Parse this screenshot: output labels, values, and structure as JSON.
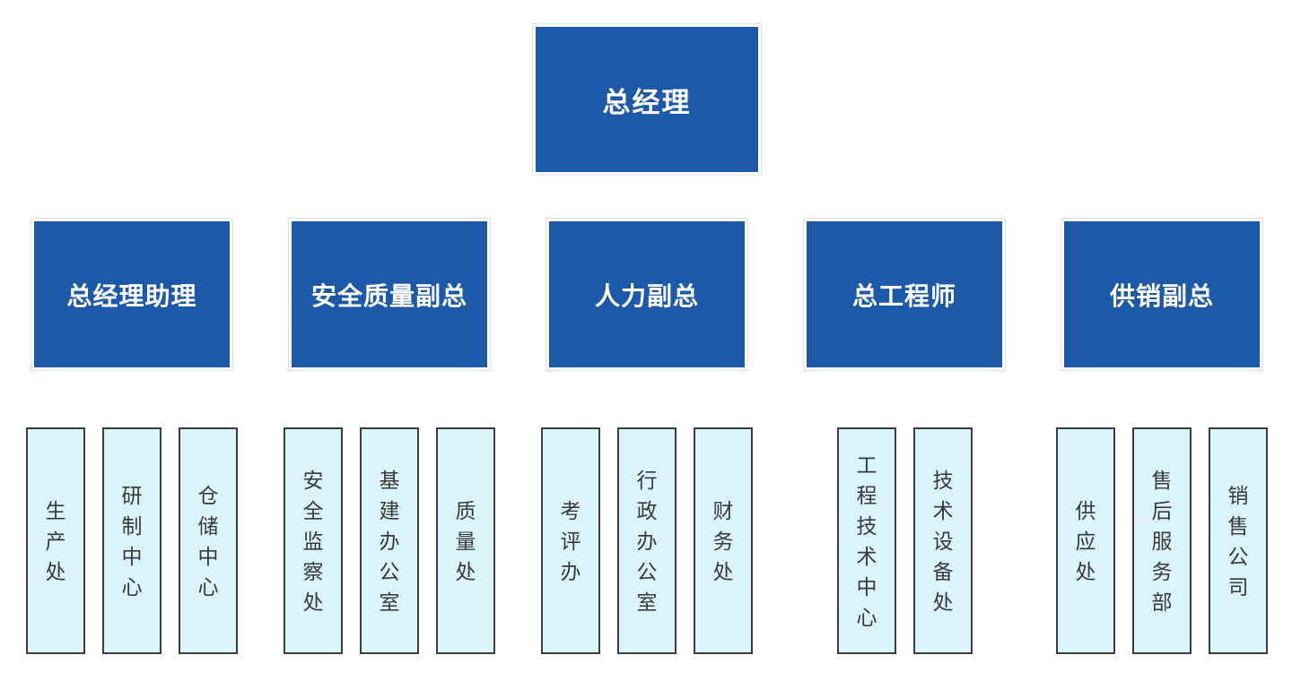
{
  "colors": {
    "node_fill": "#1c59a9",
    "node_text": "#ffffff",
    "node_halo": "#e2e2e2",
    "dept_fill": "#d9f4fb",
    "dept_border": "#3c3c3c",
    "dept_text": "#3a3a3a",
    "background": "#ffffff"
  },
  "org_chart": {
    "root": {
      "label": "总经理"
    },
    "branches": [
      {
        "label": "总经理助理",
        "departments": [
          "生产处",
          "研制中心",
          "仓储中心"
        ]
      },
      {
        "label": "安全质量副总",
        "departments": [
          "安全监察处",
          "基建办公室",
          "质量处"
        ]
      },
      {
        "label": "人力副总",
        "departments": [
          "考评办",
          "行政办公室",
          "财务处"
        ]
      },
      {
        "label": "总工程师",
        "departments": [
          "工程技术中心",
          "技术设备处"
        ]
      },
      {
        "label": "供销副总",
        "departments": [
          "供应处",
          "售后服务部",
          "销售公司"
        ]
      }
    ]
  }
}
